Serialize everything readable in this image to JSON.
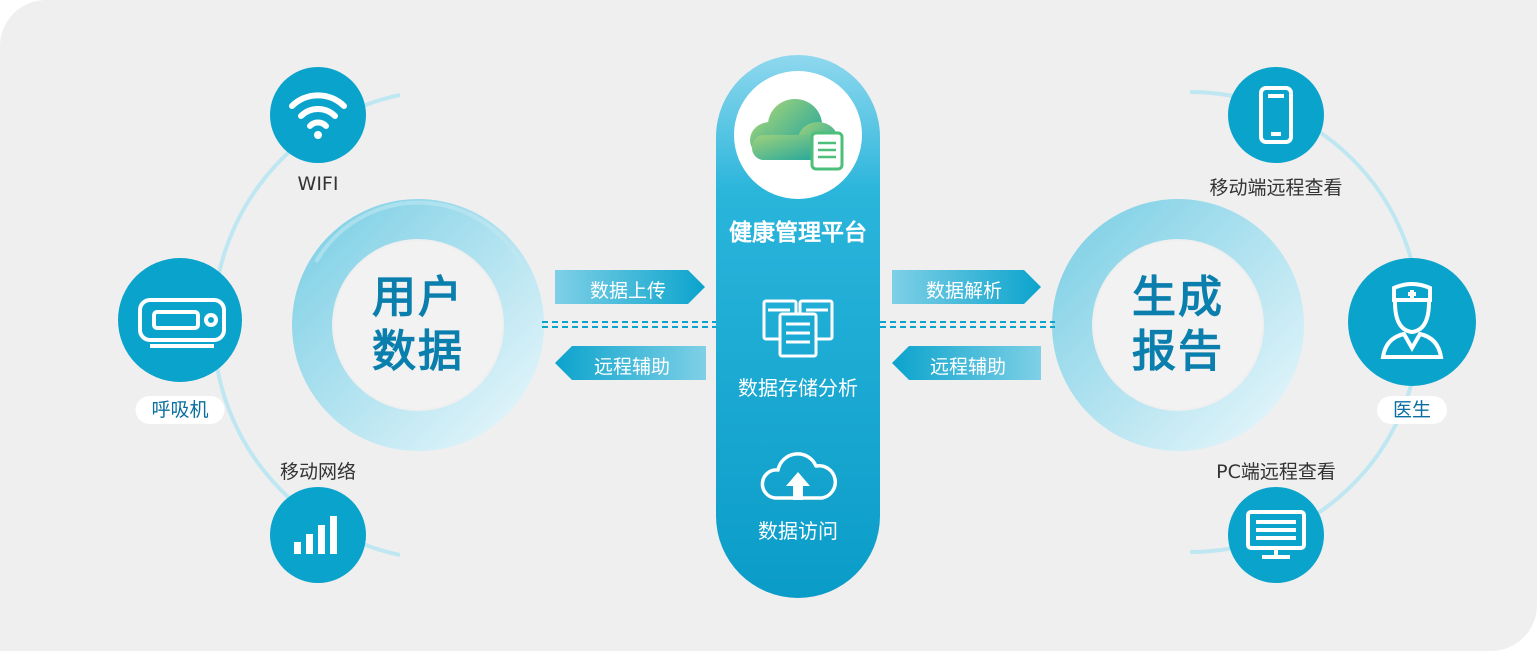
{
  "left_hub": {
    "title_line1": "用户",
    "title_line2": "数据",
    "wifi_label": "WIFI",
    "ventilator_label": "呼吸机",
    "mobile_network_label": "移动网络"
  },
  "arrows": {
    "upload": "数据上传",
    "remote_assist_left": "远程辅助",
    "analysis": "数据解析",
    "remote_assist_right": "远程辅助"
  },
  "platform": {
    "title": "健康管理平台",
    "storage_label": "数据存储分析",
    "access_label": "数据访问"
  },
  "right_hub": {
    "title_line1": "生成",
    "title_line2": "报告",
    "mobile_view_label": "移动端远程查看",
    "doctor_label": "医生",
    "pc_view_label": "PC端远程查看"
  },
  "colors": {
    "primary": "#0aa3cc",
    "dark_text": "#0a7fad",
    "background": "#efefef",
    "cloud_green": "#4cbf7a"
  }
}
